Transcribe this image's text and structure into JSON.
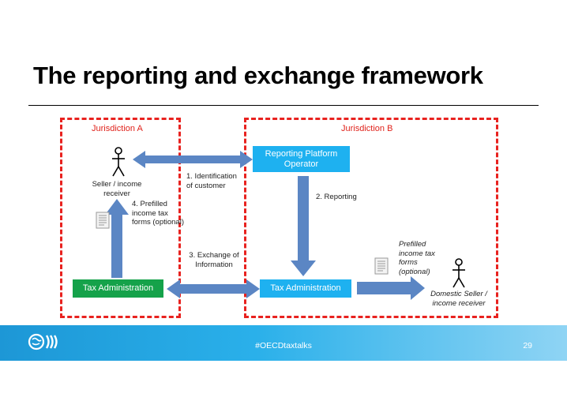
{
  "title": "The reporting and exchange framework",
  "jurisdictions": {
    "a": "Jurisdiction A",
    "b": "Jurisdiction B"
  },
  "nodes": {
    "seller_a": "Seller / income receiver",
    "reporting_platform_operator": "Reporting Platform Operator",
    "tax_admin_a": "Tax Administration",
    "tax_admin_b": "Tax Administration",
    "domestic_seller": "Domestic Seller / income receiver"
  },
  "steps": {
    "identification": "1. Identification of customer",
    "reporting": "2. Reporting",
    "exchange": "3. Exchange of Information",
    "prefilled_a": "4. Prefilled income tax forms (optional)",
    "prefilled_b": "Prefilled income tax forms (optional)"
  },
  "footer": {
    "hashtag": "#OECDtaxtalks",
    "page": "29"
  },
  "colors": {
    "arrow": "#5b86c4",
    "jurisdiction_border": "#e8221f",
    "node_blue": "#1eb1f0",
    "node_green": "#15a24a"
  },
  "icons": [
    "person-icon",
    "document-icon",
    "oecd-logo-icon"
  ]
}
